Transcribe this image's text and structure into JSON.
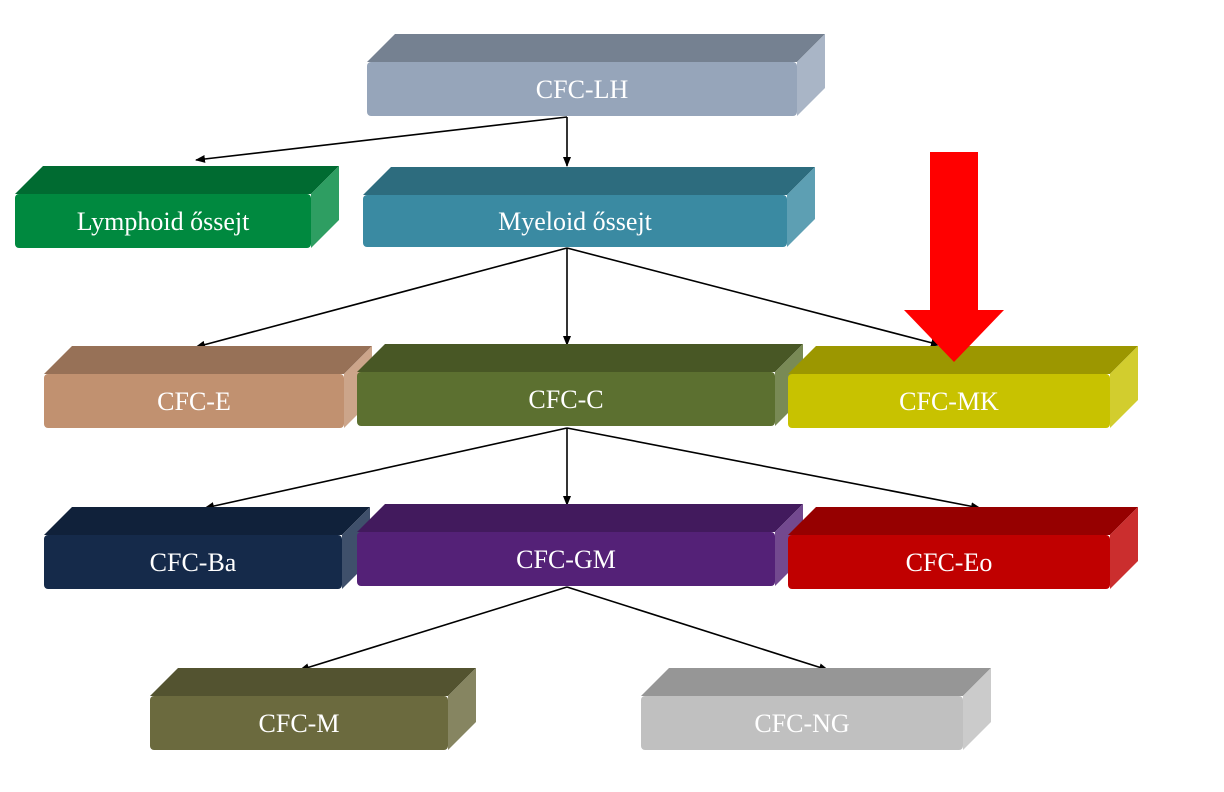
{
  "nodes": {
    "cfc_lh": {
      "label": "CFC-LH",
      "color": "#96A5BA"
    },
    "lymphoid": {
      "label": "Lymphoid őssejt",
      "color": "#00893F"
    },
    "myeloid": {
      "label": "Myeloid őssejt",
      "color": "#3A8AA2"
    },
    "cfc_e": {
      "label": "CFC-E",
      "color": "#C19170"
    },
    "cfc_c": {
      "label": "CFC-C",
      "color": "#5C7030"
    },
    "cfc_mk": {
      "label": "CFC-MK",
      "color": "#C8C200"
    },
    "cfc_ba": {
      "label": "CFC-Ba",
      "color": "#152A4A"
    },
    "cfc_gm": {
      "label": "CFC-GM",
      "color": "#542177"
    },
    "cfc_eo": {
      "label": "CFC-Eo",
      "color": "#C00000"
    },
    "cfc_m": {
      "label": "CFC-M",
      "color": "#6B6A3E"
    },
    "cfc_ng": {
      "label": "CFC-NG",
      "color": "#C0C0C0"
    }
  },
  "edges": [
    {
      "from": "cfc_lh",
      "to": "lymphoid"
    },
    {
      "from": "cfc_lh",
      "to": "myeloid"
    },
    {
      "from": "myeloid",
      "to": "cfc_e"
    },
    {
      "from": "myeloid",
      "to": "cfc_c"
    },
    {
      "from": "myeloid",
      "to": "cfc_mk"
    },
    {
      "from": "cfc_c",
      "to": "cfc_ba"
    },
    {
      "from": "cfc_c",
      "to": "cfc_gm"
    },
    {
      "from": "cfc_c",
      "to": "cfc_eo"
    },
    {
      "from": "cfc_gm",
      "to": "cfc_m"
    },
    {
      "from": "cfc_gm",
      "to": "cfc_ng"
    }
  ],
  "highlight": {
    "target": "cfc_mk",
    "color": "#FF0000",
    "shape": "down-arrow"
  },
  "edge_color": "#000000"
}
